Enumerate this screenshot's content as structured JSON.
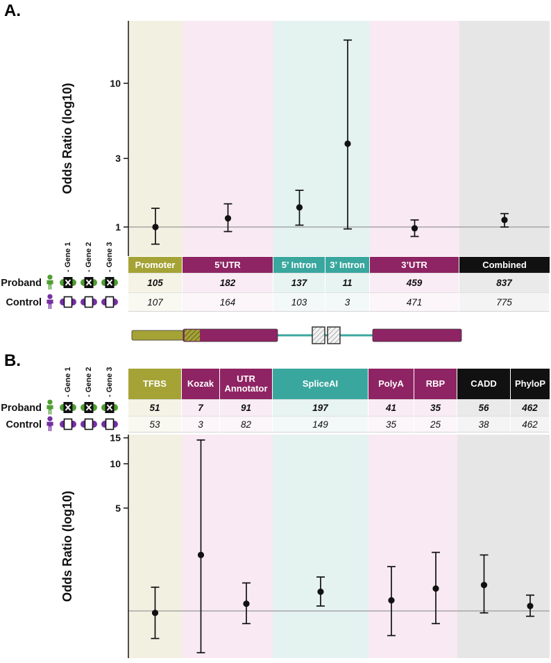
{
  "figure": {
    "panel_a_label": "A.",
    "panel_b_label": "B.",
    "row_labels": {
      "proband": "Proband",
      "control": "Control"
    },
    "gene_labels": [
      "- Gene 1",
      "- Gene 2",
      "- Gene 3"
    ]
  },
  "colors": {
    "olive": "#a5a336",
    "magenta": "#8e2463",
    "teal": "#3aa79f",
    "black_header": "#111111",
    "proband_green": "#4f9e33",
    "control_purple": "#7430a3",
    "band_olive": "#f2f1e1",
    "band_pink": "#f8e9f2",
    "band_teal": "#e4f2f0",
    "band_gray": "#e6e6e6",
    "point_black": "#111111",
    "baseline_gray": "#999999"
  },
  "chart_data": [
    {
      "name": "panel_a_forest_plot",
      "type": "scatter",
      "ylabel": "Odds Ratio (log10)",
      "yscale": "log10",
      "yticks": [
        10,
        3,
        1
      ],
      "baseline": 1,
      "legend_position": "none",
      "grid": false,
      "columns": [
        {
          "label": "Promoter",
          "header_color": "#a5a336",
          "band_color": "#f2f1e1",
          "width": 78,
          "proband": 105,
          "control": 107,
          "or": 1.0,
          "ci_low": 0.76,
          "ci_high": 1.35
        },
        {
          "label": "5’UTR",
          "header_color": "#8e2463",
          "band_color": "#f8e9f2",
          "width": 131,
          "proband": 182,
          "control": 164,
          "or": 1.15,
          "ci_low": 0.93,
          "ci_high": 1.45
        },
        {
          "label": "5’ Intron",
          "header_color": "#3aa79f",
          "band_color": "#e4f2f0",
          "width": 75,
          "proband": 137,
          "control": 103,
          "or": 1.37,
          "ci_low": 1.03,
          "ci_high": 1.8
        },
        {
          "label": "3’ Intron",
          "header_color": "#3aa79f",
          "band_color": "#e4f2f0",
          "width": 64,
          "proband": 11,
          "control": 3,
          "or": 3.8,
          "ci_low": 0.97,
          "ci_high": 20
        },
        {
          "label": "3’UTR",
          "header_color": "#8e2463",
          "band_color": "#f8e9f2",
          "width": 129,
          "proband": 459,
          "control": 471,
          "or": 0.98,
          "ci_low": 0.86,
          "ci_high": 1.12
        },
        {
          "label": "Combined",
          "header_color": "#111111",
          "band_color": "#e6e6e6",
          "width": 130,
          "proband": 837,
          "control": 775,
          "or": 1.12,
          "ci_low": 1.0,
          "ci_high": 1.24
        }
      ]
    },
    {
      "name": "panel_b_forest_plot",
      "type": "scatter",
      "ylabel": "Odds Ratio (log10)",
      "yscale": "log10",
      "yticks": [
        15,
        10,
        5
      ],
      "baseline": 1,
      "legend_position": "none",
      "grid": false,
      "columns": [
        {
          "label": "TFBS",
          "header_color": "#a5a336",
          "band_color": "#f2f1e1",
          "width": 77,
          "proband": 51,
          "control": 53,
          "or": 0.97,
          "ci_low": 0.65,
          "ci_high": 1.45
        },
        {
          "label": "Kozak",
          "header_color": "#8e2463",
          "band_color": "#f8e9f2",
          "width": 55,
          "proband": 7,
          "control": 3,
          "or": 2.4,
          "ci_low": 0.52,
          "ci_high": 14.5
        },
        {
          "label": "UTR Annotator",
          "header_color": "#8e2463",
          "band_color": "#f8e9f2",
          "width": 76,
          "proband": 91,
          "control": 82,
          "or": 1.12,
          "ci_low": 0.82,
          "ci_high": 1.55
        },
        {
          "label": "SpliceAI",
          "header_color": "#3aa79f",
          "band_color": "#e4f2f0",
          "width": 138,
          "proband": 197,
          "control": 149,
          "or": 1.35,
          "ci_low": 1.08,
          "ci_high": 1.7
        },
        {
          "label": "PolyA",
          "header_color": "#8e2463",
          "band_color": "#f8e9f2",
          "width": 66,
          "proband": 41,
          "control": 35,
          "or": 1.18,
          "ci_low": 0.68,
          "ci_high": 2.0
        },
        {
          "label": "RBP",
          "header_color": "#8e2463",
          "band_color": "#f8e9f2",
          "width": 62,
          "proband": 35,
          "control": 25,
          "or": 1.42,
          "ci_low": 0.82,
          "ci_high": 2.5
        },
        {
          "label": "CADD",
          "header_color": "#111111",
          "band_color": "#e6e6e6",
          "width": 77,
          "proband": 56,
          "control": 38,
          "or": 1.5,
          "ci_low": 0.97,
          "ci_high": 2.4
        },
        {
          "label": "PhyloP",
          "header_color": "#111111",
          "band_color": "#e6e6e6",
          "width": 56,
          "proband": 462,
          "control": 462,
          "or": 1.08,
          "ci_low": 0.92,
          "ci_high": 1.28
        }
      ]
    }
  ]
}
